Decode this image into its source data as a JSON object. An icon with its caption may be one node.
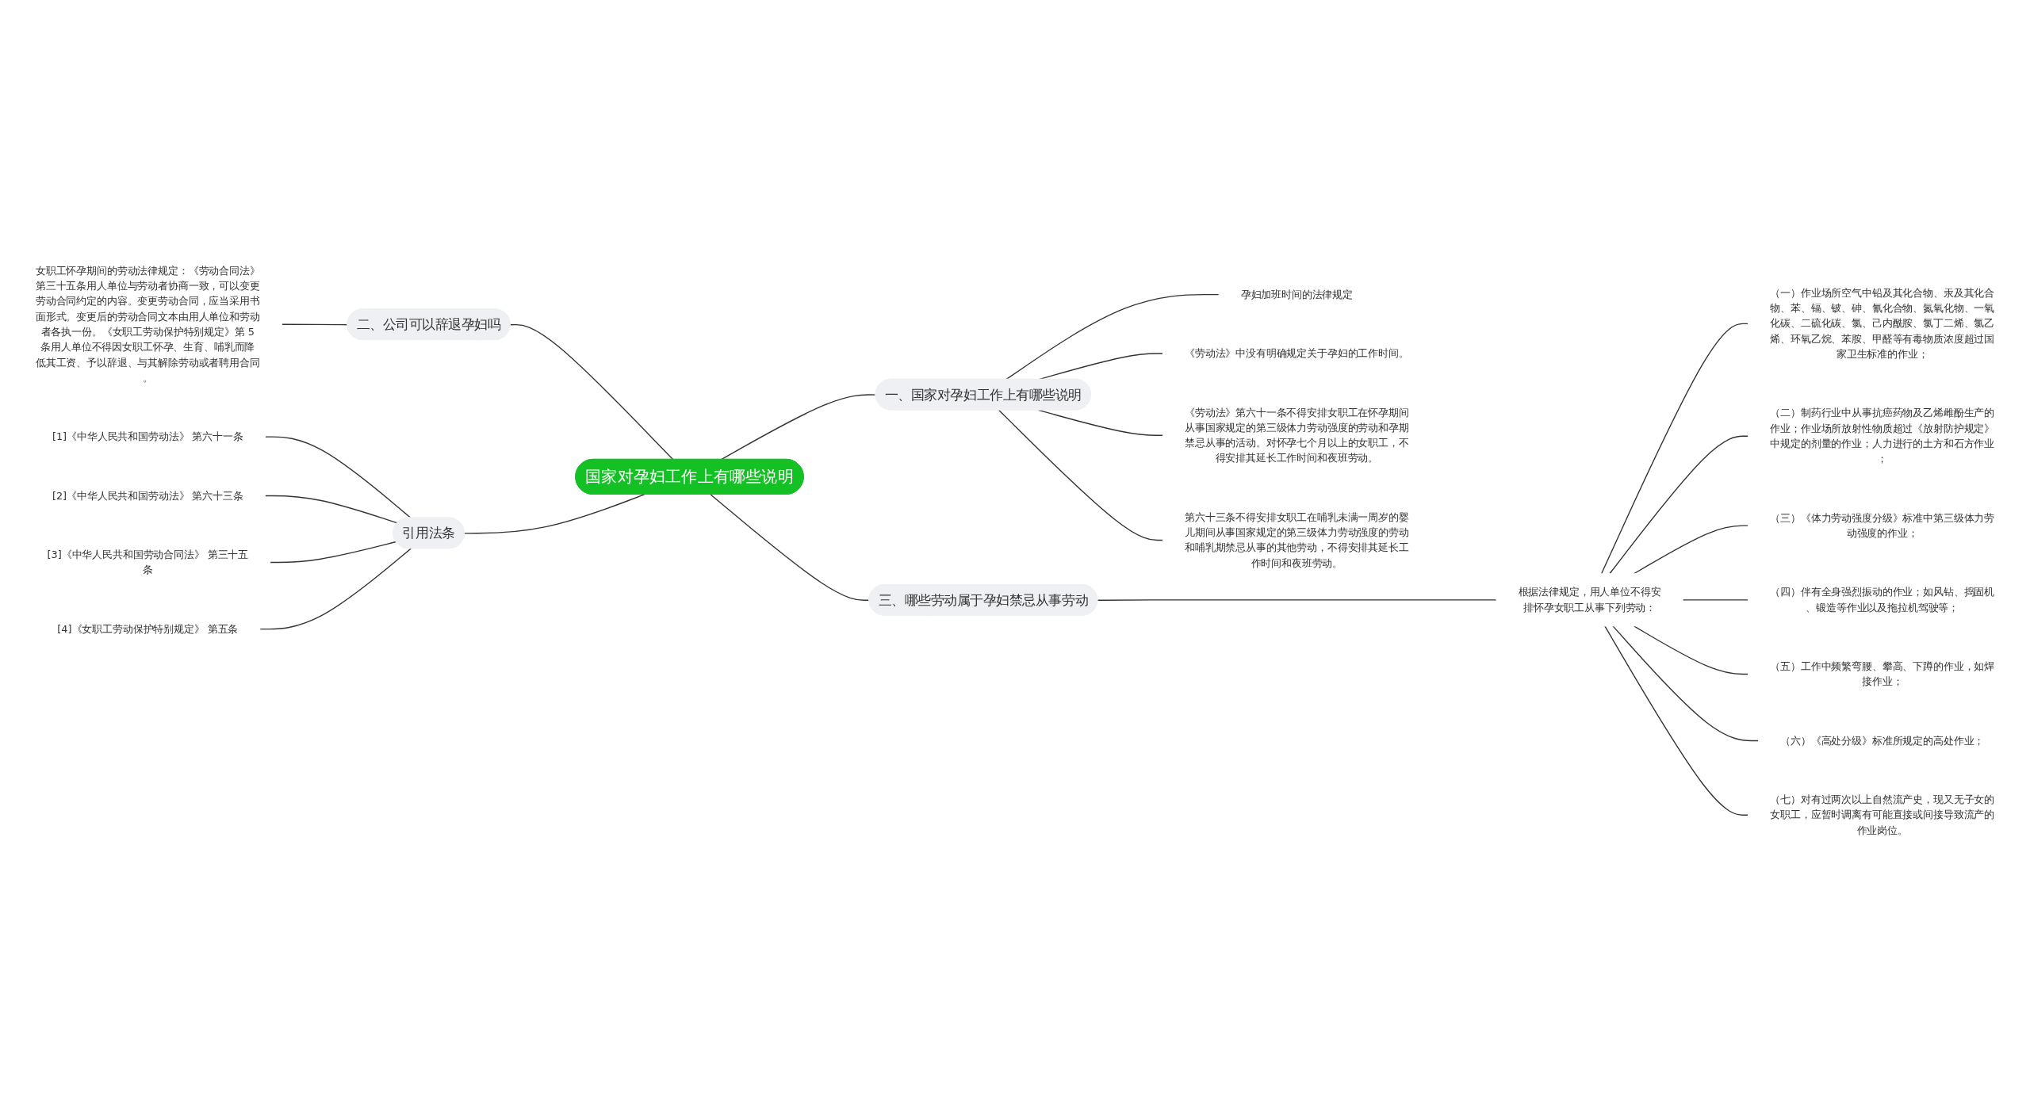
{
  "diagram": {
    "nodes": [
      {
        "text": [
          "国家对孕妇工作上有哪些说明"
        ]
      },
      {
        "text": [
          "一、国家对孕妇工作上有哪些说明"
        ]
      },
      {
        "text": [
          "孕妇加班时间的法律规定"
        ]
      },
      {
        "text": [
          "《劳动法》中没有明确规定关于孕妇的工作时间。"
        ]
      },
      {
        "text": [
          "《劳动法》第六十一条不得安排女职工在怀孕期间从事国家规定的第三级体力劳动强度的劳动和孕期禁忌从事的活动。对怀孕七个月以上的女职工，不得安排其延长工作时间和夜班劳动。"
        ]
      },
      {
        "text": [
          "第六十三条不得安排女职工在哺乳未满一周岁的婴儿期间从事国家规定的第三级体力劳动强度的劳动和哺乳期禁忌从事的其他劳动，不得安排其延长工作时间和夜班劳动。"
        ]
      },
      {
        "text": [
          "二、公司可以辞退孕妇吗"
        ]
      },
      {
        "text": [
          "女职工怀孕期间的劳动法律规定：《劳动合同法》第三十五条用人单位与劳动者协商一致，可以变更劳动合同约定的内容。变更劳动合同，应当采用书面形式。变更后的劳动合同文本由用人单位和劳动者各执一份。《女职工劳动保护特别规定》第 5 条用人单位不得因女职工怀孕、生育、哺乳而降低其工资、予以辞退、与其解除劳动或者聘用合同。"
        ]
      },
      {
        "text": [
          "引用法条"
        ]
      },
      {
        "text": [
          "[1]《中华人民共和国劳动法》 第六十一条"
        ]
      },
      {
        "text": [
          "[2]《中华人民共和国劳动法》 第六十三条"
        ]
      },
      {
        "text": [
          "[3]《中华人民共和国劳动合同法》 第三十五条"
        ]
      },
      {
        "text": [
          "[4]《女职工劳动保护特别规定》 第五条"
        ]
      },
      {
        "text": [
          "三、哪些劳动属于孕妇禁忌从事劳动"
        ]
      },
      {
        "text": [
          "根据法律规定，用人单位不得安排怀孕女职工从事下列劳动："
        ]
      },
      {
        "text": [
          "（一）作业场所空气中铅及其化合物、汞及其化合物、苯、镉、铍、砷、氰化合物、氮氧化物、一氧化碳、二硫化碳、氯、己内酰胺、氯丁二烯、氯乙烯、环氧乙烷、苯胺、甲醛等有毒物质浓度超过国家卫生标准的作业；"
        ]
      },
      {
        "text": [
          "（二）制药行业中从事抗癌药物及乙烯雌酚生产的作业；作业场所放射性物质超过《放射防护规定》中规定的剂量的作业；人力进行的土方和石方作业；"
        ]
      },
      {
        "text": [
          "（三）《体力劳动强度分级》标准中第三级体力劳动强度的作业；"
        ]
      },
      {
        "text": [
          "（四）伴有全身强烈振动的作业；如风钻、捣固机、锻造等作业以及拖拉机驾驶等；"
        ]
      },
      {
        "text": [
          "（五）工作中频繁弯腰、攀高、下蹲的作业，如焊接作业；"
        ]
      },
      {
        "text": [
          "（六）《高处分级》标准所规定的高处作业；"
        ]
      },
      {
        "text": [
          "（七）对有过两次以上自然流产史，现又无子女的女职工，应暂时调离有可能直接或间接导致流产的作业岗位。"
        ]
      }
    ],
    "edges": [
      {
        "from": 0,
        "to": 1,
        "arrow": "none"
      },
      {
        "from": 1,
        "to": 2,
        "arrow": "none"
      },
      {
        "from": 1,
        "to": 3,
        "arrow": "none"
      },
      {
        "from": 1,
        "to": 4,
        "arrow": "none"
      },
      {
        "from": 1,
        "to": 5,
        "arrow": "none"
      },
      {
        "from": 0,
        "to": 6,
        "arrow": "none"
      },
      {
        "from": 6,
        "to": 7,
        "arrow": "none"
      },
      {
        "from": 0,
        "to": 8,
        "arrow": "none"
      },
      {
        "from": 8,
        "to": 9,
        "arrow": "none"
      },
      {
        "from": 8,
        "to": 10,
        "arrow": "none"
      },
      {
        "from": 8,
        "to": 11,
        "arrow": "none"
      },
      {
        "from": 8,
        "to": 12,
        "arrow": "none"
      },
      {
        "from": 0,
        "to": 13,
        "arrow": "none"
      },
      {
        "from": 13,
        "to": 14,
        "arrow": "none"
      },
      {
        "from": 14,
        "to": 15,
        "arrow": "none"
      },
      {
        "from": 14,
        "to": 16,
        "arrow": "none"
      },
      {
        "from": 14,
        "to": 17,
        "arrow": "none"
      },
      {
        "from": 14,
        "to": 18,
        "arrow": "none"
      },
      {
        "from": 14,
        "to": 19,
        "arrow": "none"
      },
      {
        "from": 14,
        "to": 20,
        "arrow": "none"
      },
      {
        "from": 14,
        "to": 21,
        "arrow": "none"
      }
    ]
  }
}
